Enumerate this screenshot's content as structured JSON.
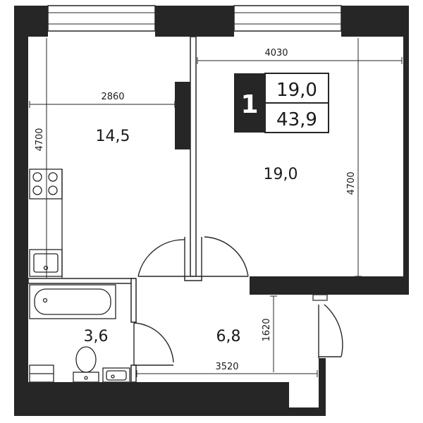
{
  "colors": {
    "wall": "#262626",
    "line": "#262626",
    "background": "#ffffff"
  },
  "badge": {
    "rooms": "1",
    "living_area": "19,0",
    "total_area": "43,9"
  },
  "rooms": {
    "kitchen": "14,5",
    "living_room": "19,0",
    "bathroom": "3,6",
    "hall": "6,8"
  },
  "dimensions": {
    "kitchen_width": "2860",
    "kitchen_depth": "4700",
    "living_width": "4030",
    "living_depth": "4700",
    "hall_width": "3520",
    "hall_depth": "1620"
  },
  "icons": [
    "stove-icon",
    "kitchen-sink-icon",
    "bathtub-icon",
    "toilet-icon",
    "washbasin-icon"
  ]
}
